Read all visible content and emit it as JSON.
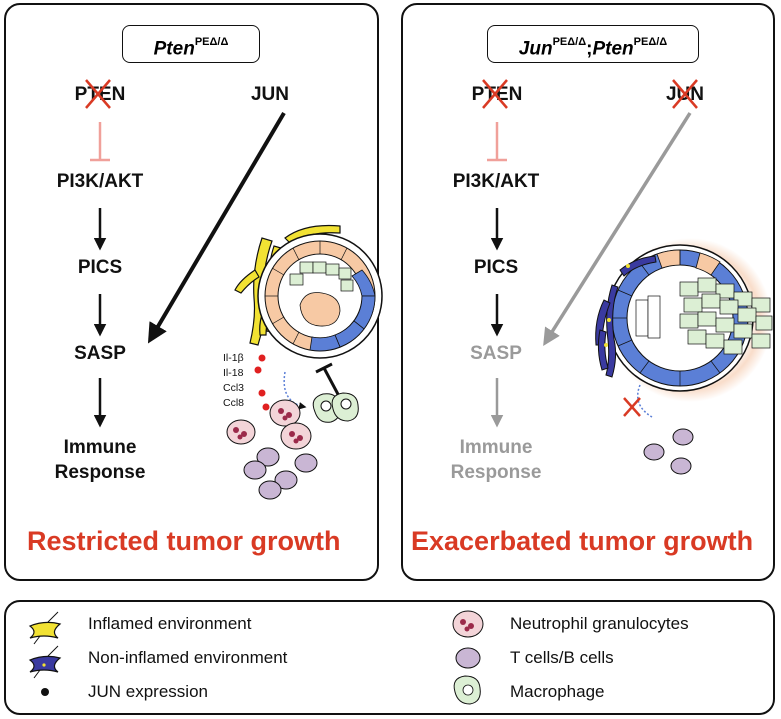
{
  "left_panel": {
    "genotype_gene": "Pten",
    "genotype_sup": "PEΔ/Δ",
    "nodes": {
      "pten": "PTEN",
      "jun": "JUN",
      "pi3k": "PI3K/AKT",
      "pics": "PICS",
      "sasp": "SASP",
      "immune_line1": "Immune",
      "immune_line2": "Response"
    },
    "cytokines": [
      "Il-1β",
      "Il-18",
      "Ccl3",
      "Ccl8"
    ],
    "outcome": "Restricted tumor growth"
  },
  "right_panel": {
    "genotype_gene1": "Jun",
    "genotype_sup1": "PEΔ/Δ",
    "genotype_sep": ";",
    "genotype_gene2": "Pten",
    "genotype_sup2": "PEΔ/Δ",
    "nodes": {
      "pten": "PTEN",
      "jun": "JUN",
      "pi3k": "PI3K/AKT",
      "pics": "PICS",
      "sasp": "SASP",
      "immune_line1": "Immune",
      "immune_line2": "Response"
    },
    "outcome": "Exacerbated tumor growth"
  },
  "legend": {
    "inflamed": "Inflamed environment",
    "non_inflamed": "Non-inflamed environment",
    "jun_expression": "JUN expression",
    "neutrophil": "Neutrophil granulocytes",
    "tcells": "T cells/B cells",
    "macrophage": "Macrophage"
  },
  "colors": {
    "outcome_red": "#d93a24",
    "inhibition_pink": "#f0a09a",
    "cross_red": "#d93a24",
    "inactive_grey": "#9a9a9a",
    "inflamed_yellow": "#f2e233",
    "non_inflamed_purple": "#3a3aa0",
    "tumor_blue": "#5b7fd6",
    "tumor_peach": "#f7c9a4",
    "neutrophil_pink": "#f3d4d8",
    "lymphocyte_purple": "#c9b6d4",
    "macrophage_green": "#dcefd4"
  }
}
